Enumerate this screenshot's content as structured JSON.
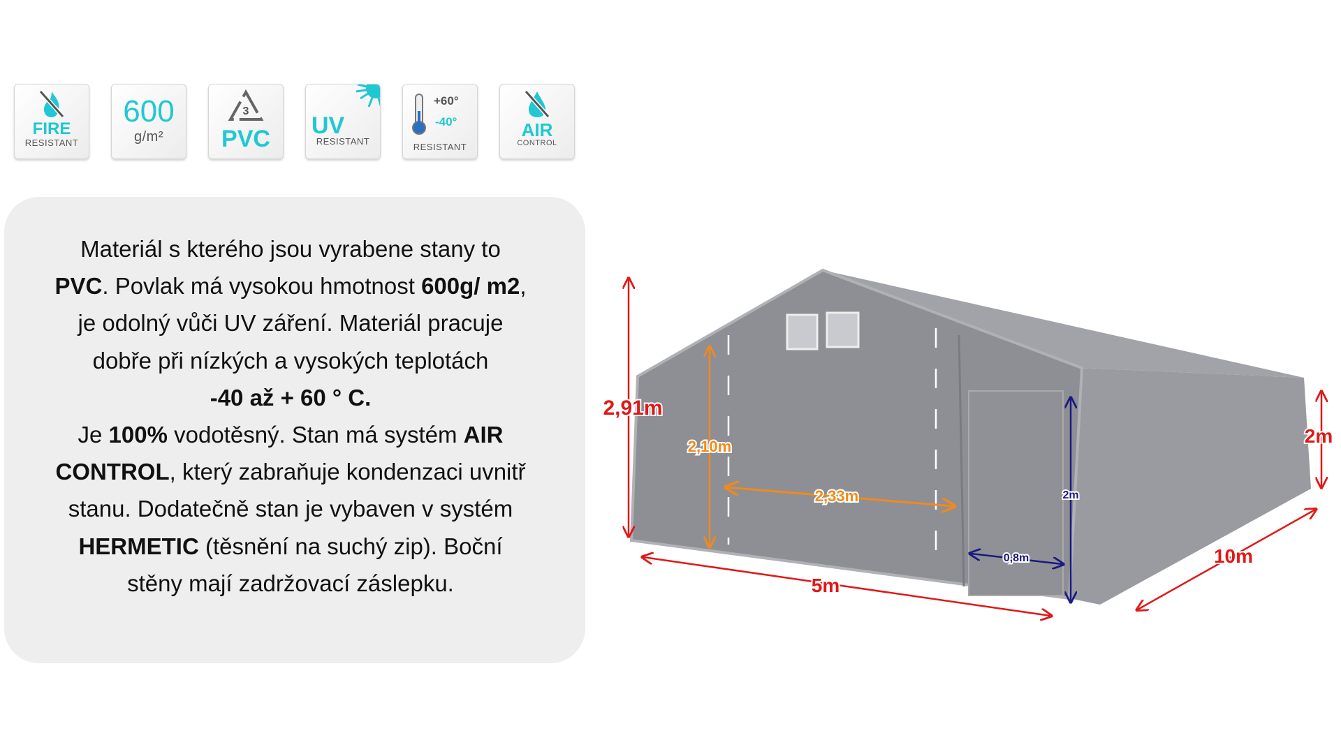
{
  "badges": [
    {
      "main": "FIRE",
      "sub": "RESISTANT",
      "icon": "no-fire-icon"
    },
    {
      "main": "600",
      "sub": "g/m²",
      "icon": "weight-icon"
    },
    {
      "main": "PVC",
      "sub": "3",
      "icon": "recycle-icon"
    },
    {
      "main": "UV",
      "sub": "RESISTANT",
      "icon": "sun-icon"
    },
    {
      "main": "+60°",
      "main2": "-40°",
      "sub": "RESISTANT",
      "icon": "thermometer-icon"
    },
    {
      "main": "AIR",
      "sub": "CONTROL",
      "icon": "no-drop-icon"
    }
  ],
  "paragraph": {
    "l0": "Materiál s kterého jsou vyrabene stany to",
    "l1a": "PVC",
    "l1b": ". Povlak má vysokou hmotnost ",
    "l1c": "600g/ m2",
    "l1d": ",",
    "l2": "je odolný vůči UV záření. Materiál pracuje",
    "l3": "dobře při nízkých a vysokých teplotách",
    "l4": "-40 až + 60 ° C.",
    "l5a": "Je ",
    "l5b": "100%",
    "l5c": " vodotěsný. Stan má systém ",
    "l5d": "AIR",
    "l6a": "CONTROL",
    "l6b": ", který zabraňuje kondenzaci uvnitř",
    "l7": "stanu. Dodatečně stan je vybaven v systém",
    "l8a": "HERMETIC",
    "l8b": " (těsnění na suchý zip). Boční",
    "l9": "stěny mají zadržovací záslepku."
  },
  "dimensions": {
    "total_height": "2,91m",
    "door_height_inner": "2,10m",
    "gate_width": "2,33m",
    "door_height": "2m",
    "door_width": "0,8m",
    "width": "5m",
    "length": "10m",
    "side_height": "2m"
  },
  "colors": {
    "accent": "#1fc8d2",
    "red": "#e01818",
    "orange": "#f08a1c",
    "navy": "#1a1a80",
    "tent": "#8e8f94"
  }
}
